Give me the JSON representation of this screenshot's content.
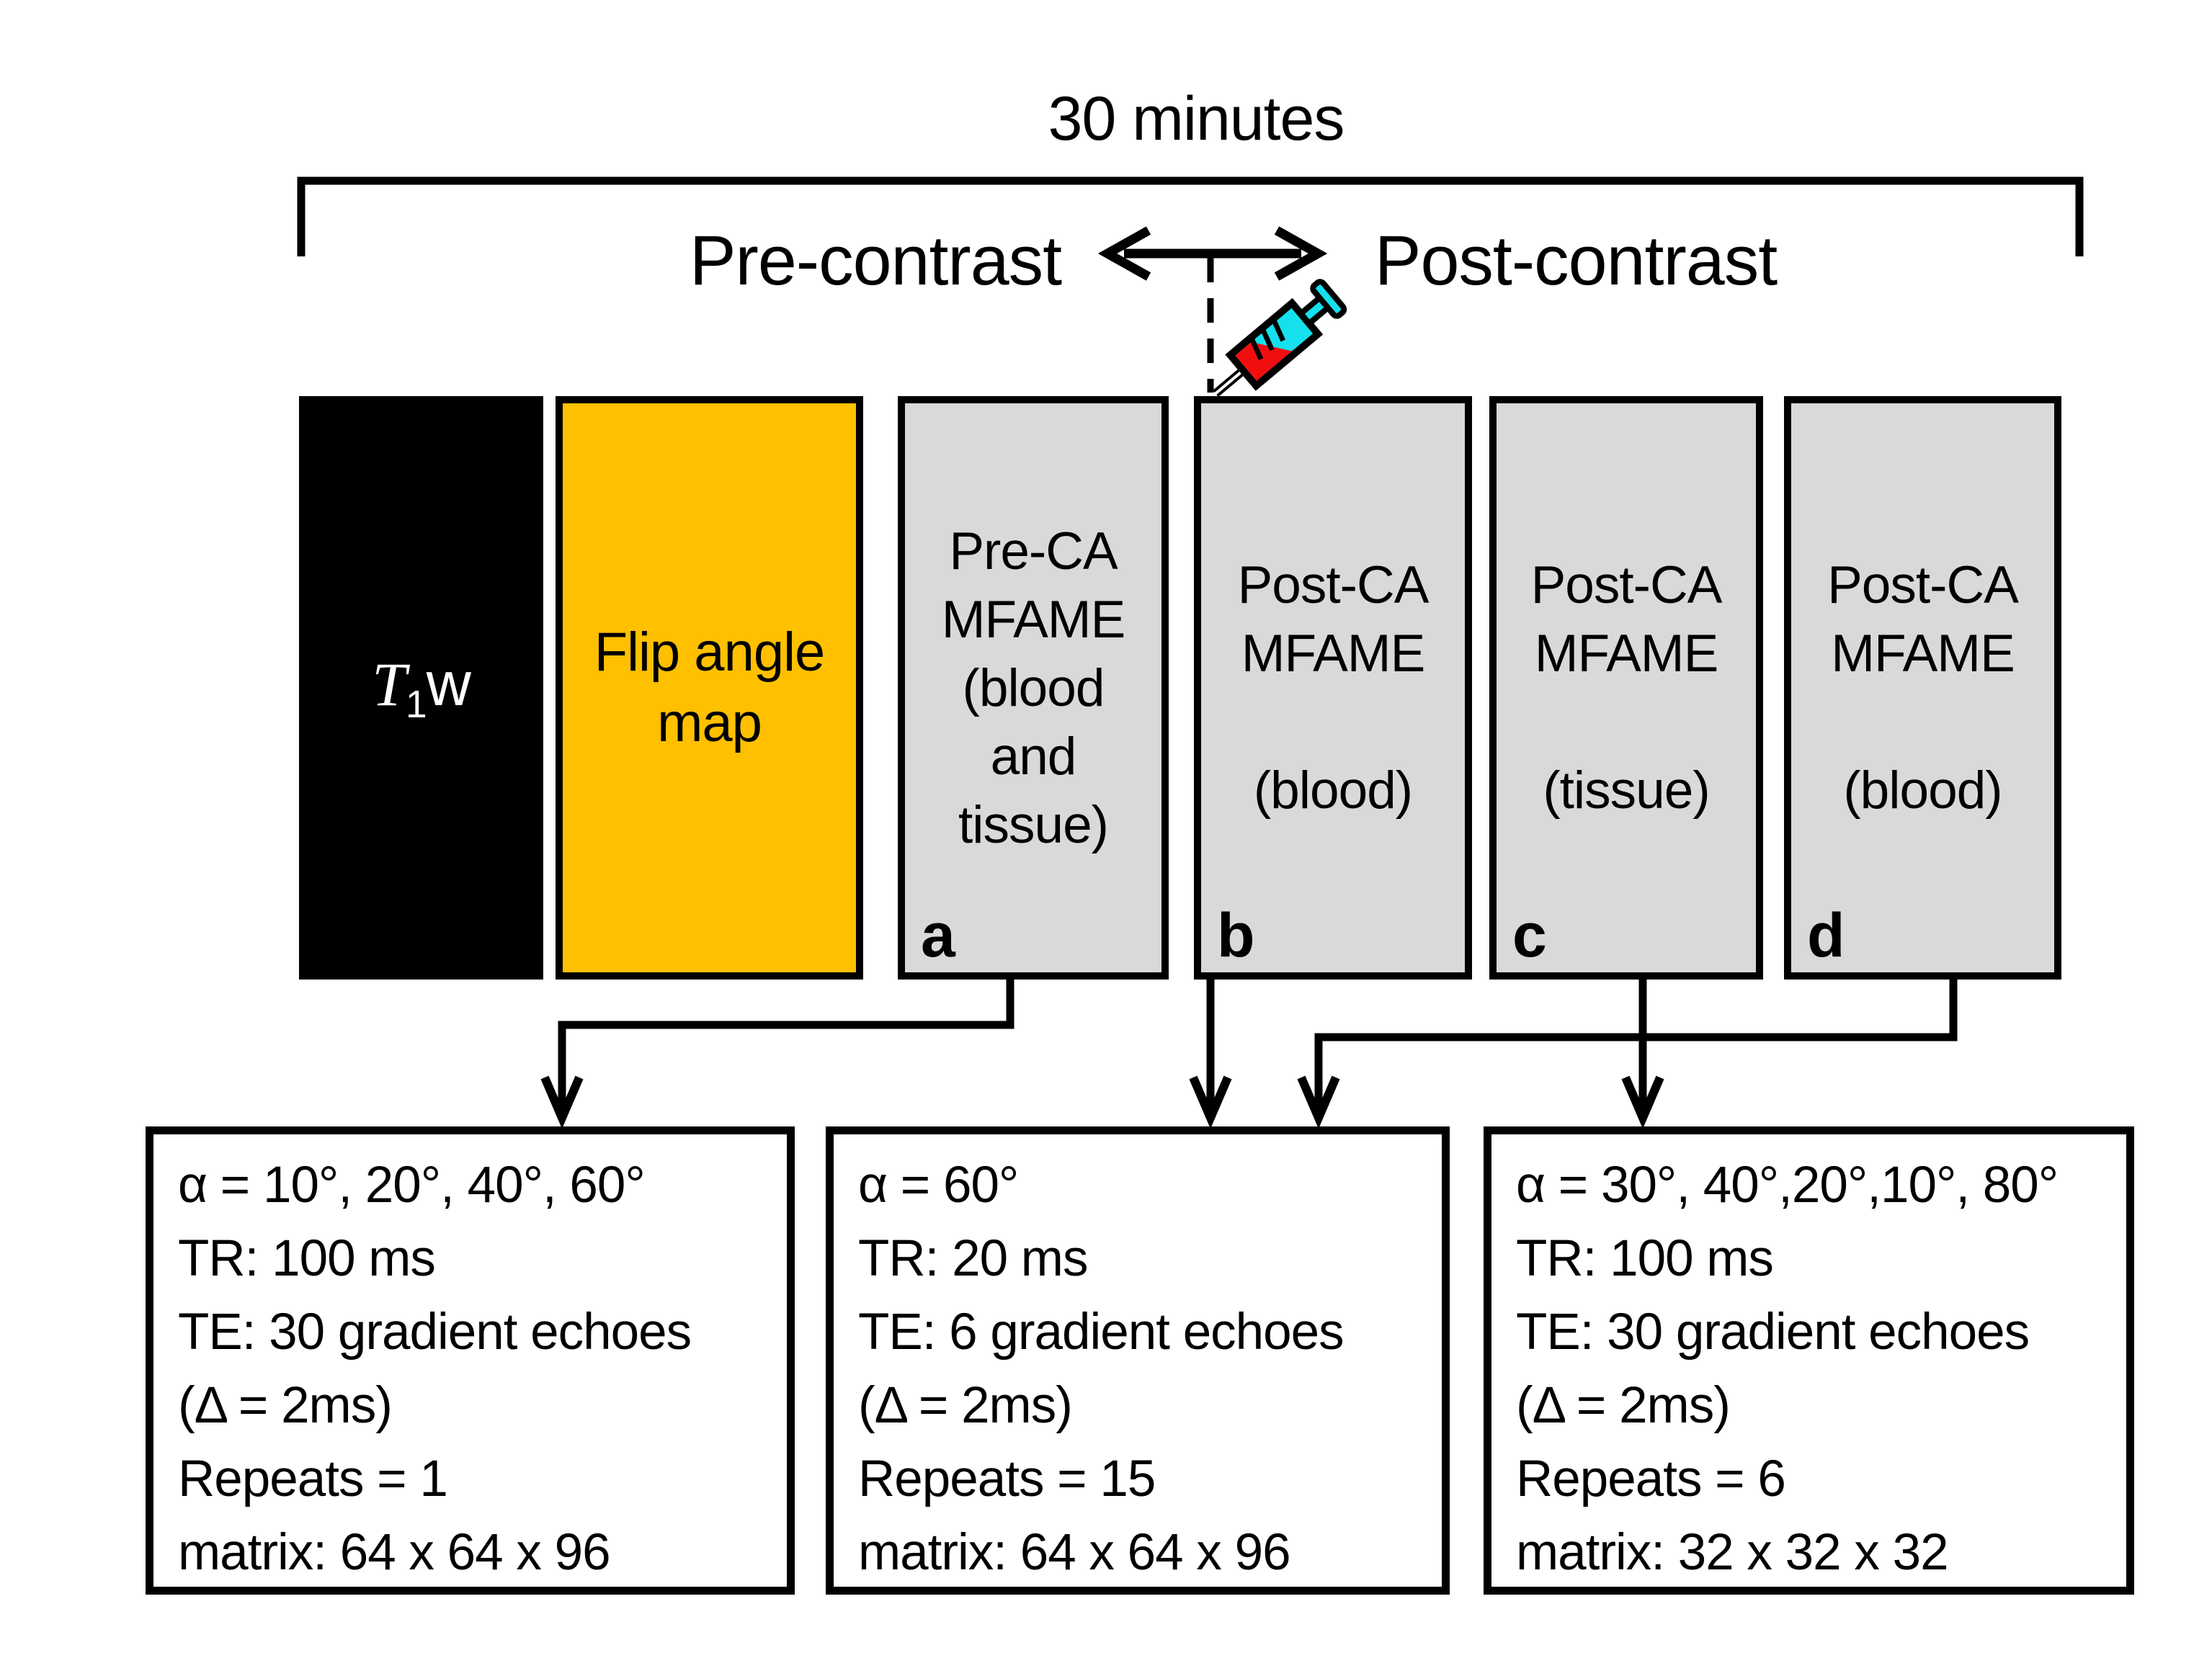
{
  "figure": {
    "duration_label": "30 minutes",
    "pre_phase_label": "Pre-contrast",
    "post_phase_label": "Post-contrast"
  },
  "colors": {
    "box_orange": "#FFC000",
    "box_gray": "#D9D9D9",
    "box_black": "#000000",
    "syringe_cyan": "#15E0EE",
    "syringe_red": "#F10E0E",
    "line_black": "#000000"
  },
  "icons": {
    "syringe": "syringe-icon",
    "bracket": "duration-bracket",
    "double_arrow": "pre-post-double-arrow",
    "injection_line": "injection-dashed-line"
  },
  "scan_boxes": {
    "t1w": {
      "symbol": "T",
      "subscript": "1",
      "suffix": "w"
    },
    "flip_angle": {
      "line1": "Flip angle",
      "line2": "map"
    },
    "mfame": [
      {
        "letter": "a",
        "name_lines": [
          "Pre-CA",
          "MFAME"
        ],
        "detail_lines": [
          "(blood",
          "and",
          "tissue)"
        ]
      },
      {
        "letter": "b",
        "name_lines": [
          "Post-CA",
          "MFAME"
        ],
        "detail_lines": [
          "(blood)"
        ]
      },
      {
        "letter": "c",
        "name_lines": [
          "Post-CA",
          "MFAME"
        ],
        "detail_lines": [
          "(tissue)"
        ]
      },
      {
        "letter": "d",
        "name_lines": [
          "Post-CA",
          "MFAME"
        ],
        "detail_lines": [
          "(blood)"
        ]
      }
    ]
  },
  "param_boxes": [
    {
      "lines": [
        "α = 10°, 20°, 40°, 60°",
        "TR: 100 ms",
        "TE: 30 gradient echoes",
        "(Δ = 2ms)",
        "Repeats = 1",
        "matrix: 64 x 64 x 96"
      ]
    },
    {
      "lines": [
        "α = 60°",
        "TR: 20 ms",
        "TE: 6 gradient echoes",
        "(Δ = 2ms)",
        "Repeats = 15",
        "matrix: 64 x 64 x 96"
      ]
    },
    {
      "lines": [
        "α = 30°, 40°,20°,10°, 80°",
        "TR: 100 ms",
        "TE: 30 gradient echoes",
        "(Δ = 2ms)",
        "Repeats = 6",
        "matrix:  32 x 32 x 32"
      ]
    }
  ]
}
